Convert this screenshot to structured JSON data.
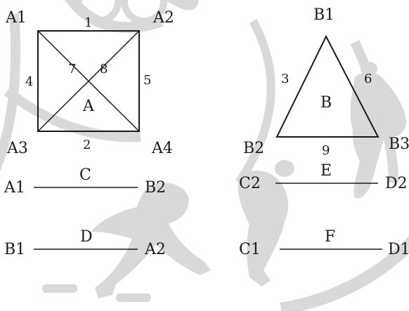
{
  "square": {
    "label": "A",
    "corners": {
      "top_left": "A1",
      "top_right": "A2",
      "bottom_left": "A3",
      "bottom_right": "A4"
    },
    "edges": {
      "top": "1",
      "bottom": "2",
      "left": "4",
      "right": "5",
      "diag_a": "7",
      "diag_b": "8"
    }
  },
  "triangle": {
    "label": "B",
    "corners": {
      "top": "B1",
      "left": "B2",
      "right": "B3"
    },
    "edges": {
      "left": "3",
      "right": "6",
      "bottom": "9"
    }
  },
  "segments": {
    "c": {
      "label": "C",
      "start": "A1",
      "end": "B2"
    },
    "d": {
      "label": "D",
      "start": "B1",
      "end": "A2"
    },
    "e": {
      "label": "E",
      "start": "C2",
      "end": "D2"
    },
    "f": {
      "label": "F",
      "start": "C1",
      "end": "D1"
    }
  },
  "colors": {
    "ink": "#1a1a1a",
    "watermark": "#d9d9d9"
  }
}
